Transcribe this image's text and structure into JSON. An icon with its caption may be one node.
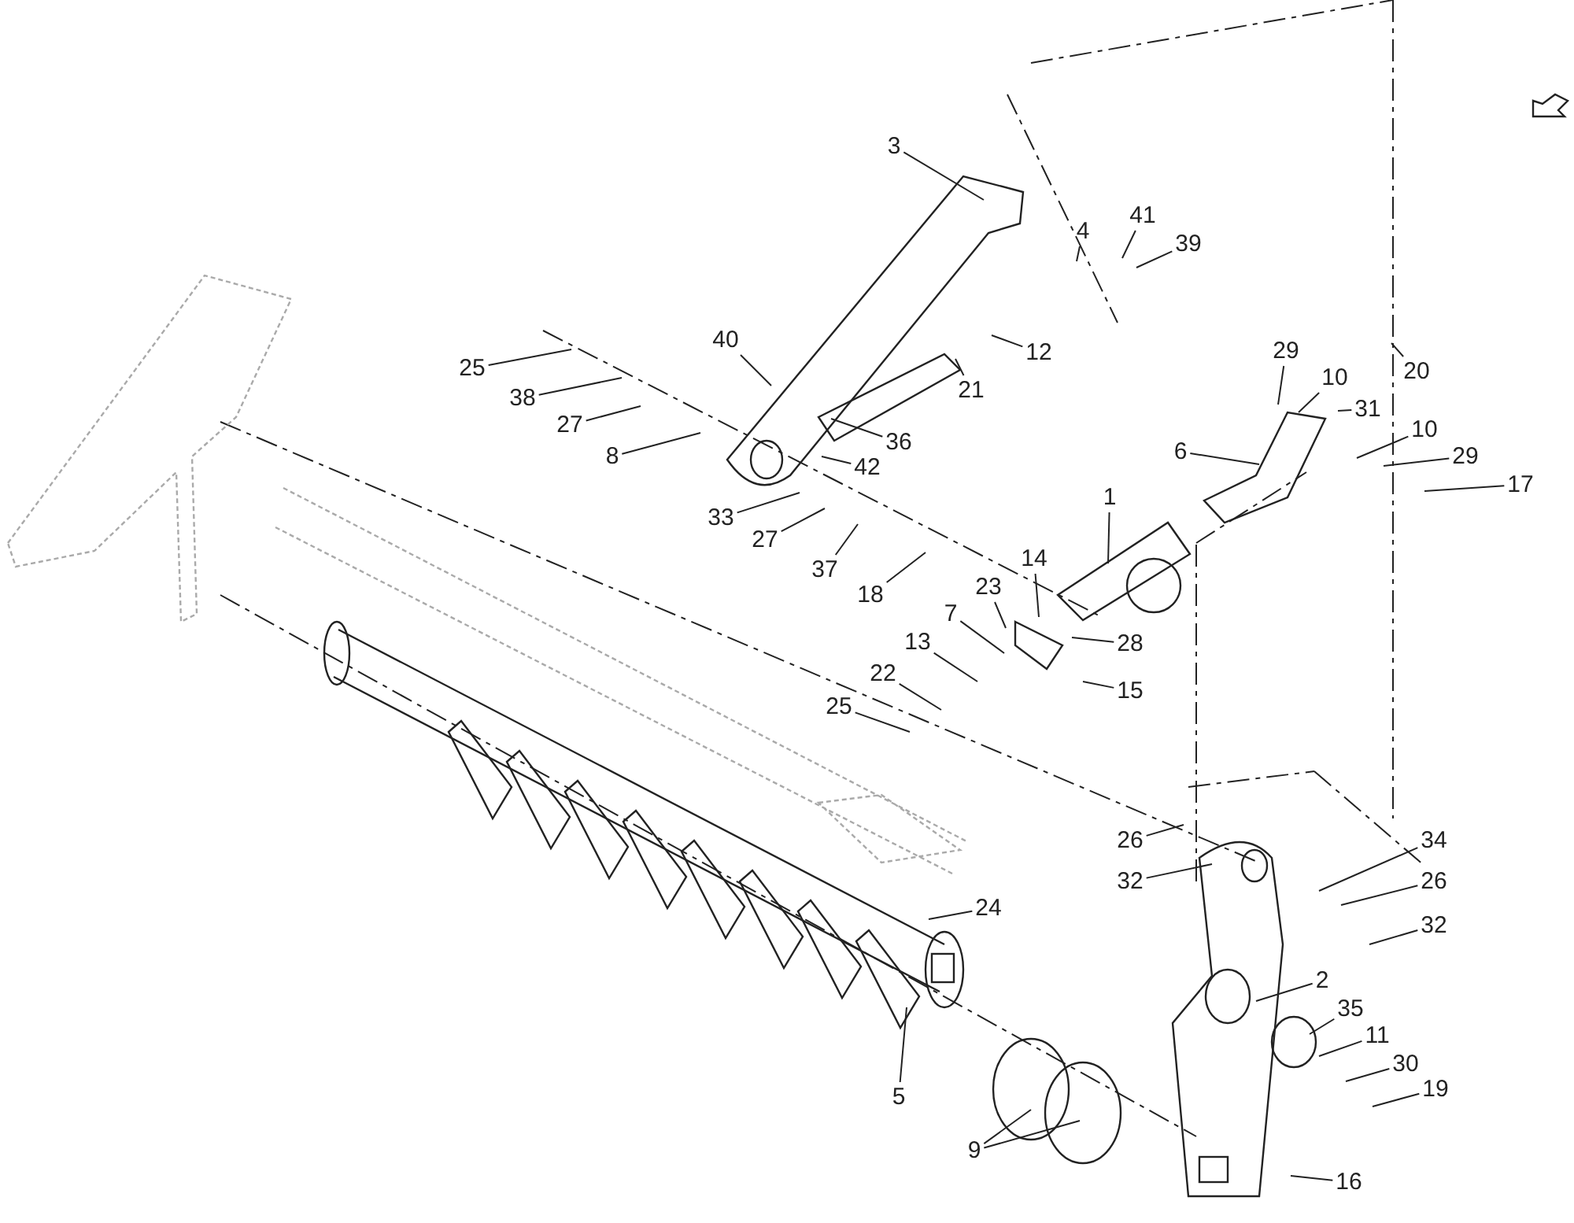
{
  "diagram": {
    "nodes": [
      {
        "text": [
          "3"
        ]
      },
      {
        "text": [
          "4"
        ]
      },
      {
        "text": [
          "41"
        ]
      },
      {
        "text": [
          "39"
        ]
      },
      {
        "text": [
          "40"
        ]
      },
      {
        "text": [
          "12"
        ]
      },
      {
        "text": [
          "25"
        ]
      },
      {
        "text": [
          "38"
        ]
      },
      {
        "text": [
          "27"
        ]
      },
      {
        "text": [
          "21"
        ]
      },
      {
        "text": [
          "36"
        ]
      },
      {
        "text": [
          "8"
        ]
      },
      {
        "text": [
          "42"
        ]
      },
      {
        "text": [
          "33"
        ]
      },
      {
        "text": [
          "27"
        ]
      },
      {
        "text": [
          "37"
        ]
      },
      {
        "text": [
          "18"
        ]
      },
      {
        "text": [
          "29"
        ]
      },
      {
        "text": [
          "10"
        ]
      },
      {
        "text": [
          "20"
        ]
      },
      {
        "text": [
          "31"
        ]
      },
      {
        "text": [
          "10"
        ]
      },
      {
        "text": [
          "29"
        ]
      },
      {
        "text": [
          "17"
        ]
      },
      {
        "text": [
          "6"
        ]
      },
      {
        "text": [
          "1"
        ]
      },
      {
        "text": [
          "14"
        ]
      },
      {
        "text": [
          "23"
        ]
      },
      {
        "text": [
          "28"
        ]
      },
      {
        "text": [
          "7"
        ]
      },
      {
        "text": [
          "13"
        ]
      },
      {
        "text": [
          "15"
        ]
      },
      {
        "text": [
          "22"
        ]
      },
      {
        "text": [
          "25"
        ]
      },
      {
        "text": [
          "26"
        ]
      },
      {
        "text": [
          "32"
        ]
      },
      {
        "text": [
          "34"
        ]
      },
      {
        "text": [
          "26"
        ]
      },
      {
        "text": [
          "32"
        ]
      },
      {
        "text": [
          "24"
        ]
      },
      {
        "text": [
          "2"
        ]
      },
      {
        "text": [
          "35"
        ]
      },
      {
        "text": [
          "11"
        ]
      },
      {
        "text": [
          "30"
        ]
      },
      {
        "text": [
          "19"
        ]
      },
      {
        "text": [
          "5"
        ]
      },
      {
        "text": [
          "9"
        ]
      },
      {
        "text": [
          "16"
        ]
      }
    ],
    "edges": [
      {
        "from": 0,
        "to": null,
        "arrow": "none"
      },
      {
        "from": 1,
        "to": null,
        "arrow": "none"
      },
      {
        "from": 2,
        "to": null,
        "arrow": "none"
      },
      {
        "from": 3,
        "to": null,
        "arrow": "none"
      },
      {
        "from": 4,
        "to": null,
        "arrow": "none"
      },
      {
        "from": 5,
        "to": null,
        "arrow": "none"
      },
      {
        "from": 6,
        "to": null,
        "arrow": "none"
      },
      {
        "from": 7,
        "to": null,
        "arrow": "none"
      },
      {
        "from": 8,
        "to": null,
        "arrow": "none"
      },
      {
        "from": 9,
        "to": null,
        "arrow": "none"
      },
      {
        "from": 10,
        "to": null,
        "arrow": "none"
      },
      {
        "from": 11,
        "to": null,
        "arrow": "none"
      },
      {
        "from": 12,
        "to": null,
        "arrow": "none"
      },
      {
        "from": 13,
        "to": null,
        "arrow": "none"
      },
      {
        "from": 14,
        "to": null,
        "arrow": "none"
      },
      {
        "from": 15,
        "to": null,
        "arrow": "none"
      },
      {
        "from": 16,
        "to": null,
        "arrow": "none"
      },
      {
        "from": 17,
        "to": null,
        "arrow": "none"
      },
      {
        "from": 18,
        "to": null,
        "arrow": "none"
      },
      {
        "from": 19,
        "to": null,
        "arrow": "none"
      },
      {
        "from": 20,
        "to": null,
        "arrow": "none"
      },
      {
        "from": 21,
        "to": null,
        "arrow": "none"
      },
      {
        "from": 22,
        "to": null,
        "arrow": "none"
      },
      {
        "from": 23,
        "to": null,
        "arrow": "none"
      },
      {
        "from": 24,
        "to": null,
        "arrow": "none"
      },
      {
        "from": 25,
        "to": null,
        "arrow": "none"
      },
      {
        "from": 26,
        "to": null,
        "arrow": "none"
      },
      {
        "from": 27,
        "to": null,
        "arrow": "none"
      },
      {
        "from": 28,
        "to": null,
        "arrow": "none"
      },
      {
        "from": 29,
        "to": null,
        "arrow": "none"
      },
      {
        "from": 30,
        "to": null,
        "arrow": "none"
      },
      {
        "from": 31,
        "to": null,
        "arrow": "none"
      },
      {
        "from": 32,
        "to": null,
        "arrow": "none"
      },
      {
        "from": 33,
        "to": null,
        "arrow": "none"
      },
      {
        "from": 34,
        "to": null,
        "arrow": "none"
      },
      {
        "from": 35,
        "to": null,
        "arrow": "none"
      },
      {
        "from": 36,
        "to": null,
        "arrow": "none"
      },
      {
        "from": 37,
        "to": null,
        "arrow": "none"
      },
      {
        "from": 38,
        "to": null,
        "arrow": "none"
      },
      {
        "from": 39,
        "to": null,
        "arrow": "none"
      },
      {
        "from": 40,
        "to": null,
        "arrow": "none"
      },
      {
        "from": 41,
        "to": null,
        "arrow": "none"
      },
      {
        "from": 42,
        "to": null,
        "arrow": "none"
      },
      {
        "from": 43,
        "to": null,
        "arrow": "none"
      },
      {
        "from": 44,
        "to": null,
        "arrow": "none"
      },
      {
        "from": 45,
        "to": null,
        "arrow": "none"
      },
      {
        "from": 46,
        "to": null,
        "arrow": "none"
      },
      {
        "from": 46,
        "to": null,
        "arrow": "none"
      },
      {
        "from": 47,
        "to": null,
        "arrow": "none"
      }
    ]
  }
}
